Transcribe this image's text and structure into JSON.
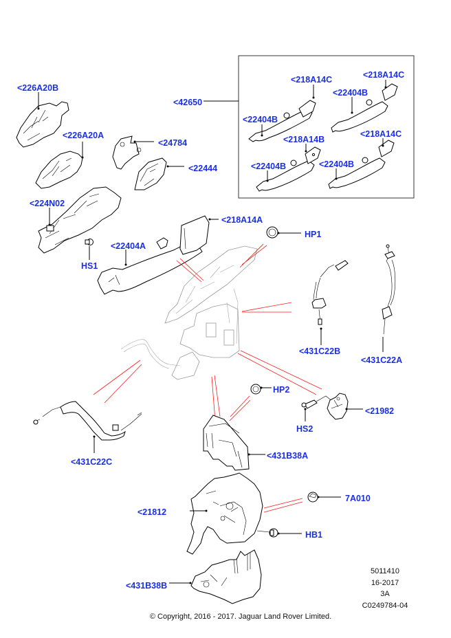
{
  "diagram": {
    "title": "Exterior door handle and latch assembly",
    "callouts": {
      "c226A20B": "<226A20B",
      "c226A20A": "<226A20A",
      "c224N02": "<224N02",
      "cHS1": "HS1",
      "c42650": "<42650",
      "c24784": "<24784",
      "c22444": "<22444",
      "c22404A": "<22404A",
      "c218A14A": "<218A14A",
      "cHP1": "HP1",
      "c431C22B": "<431C22B",
      "c431C22A": "<431C22A",
      "c431C22C": "<431C22C",
      "cHP2": "HP2",
      "cHS2": "HS2",
      "c21982": "<21982",
      "c431B38A": "<431B38A",
      "c21812": "<21812",
      "c7A010": "7A010",
      "cHB1": "HB1",
      "c431B38B": "<431B38B"
    },
    "inset": {
      "callouts": {
        "i218A14C_1": "<218A14C",
        "i22404B_1": "<22404B",
        "i218A14C_2": "<218A14C",
        "i22404B_2": "<22404B",
        "i218A14B": "<218A14B",
        "i22404B_3": "<22404B",
        "i218A14C_3": "<218A14C",
        "i22404B_4": "<22404B"
      }
    },
    "colors": {
      "callout": "#1a2fe6",
      "explode_line": "#ff1a1a",
      "line_art": "#000000"
    }
  },
  "metadata": {
    "ref_number": "5011410",
    "date_code": "16-2017",
    "sheet": "3A",
    "drawing_id": "C0249784-04"
  },
  "copyright": "© Copyright, 2016 - 2017. Jaguar Land Rover Limited."
}
